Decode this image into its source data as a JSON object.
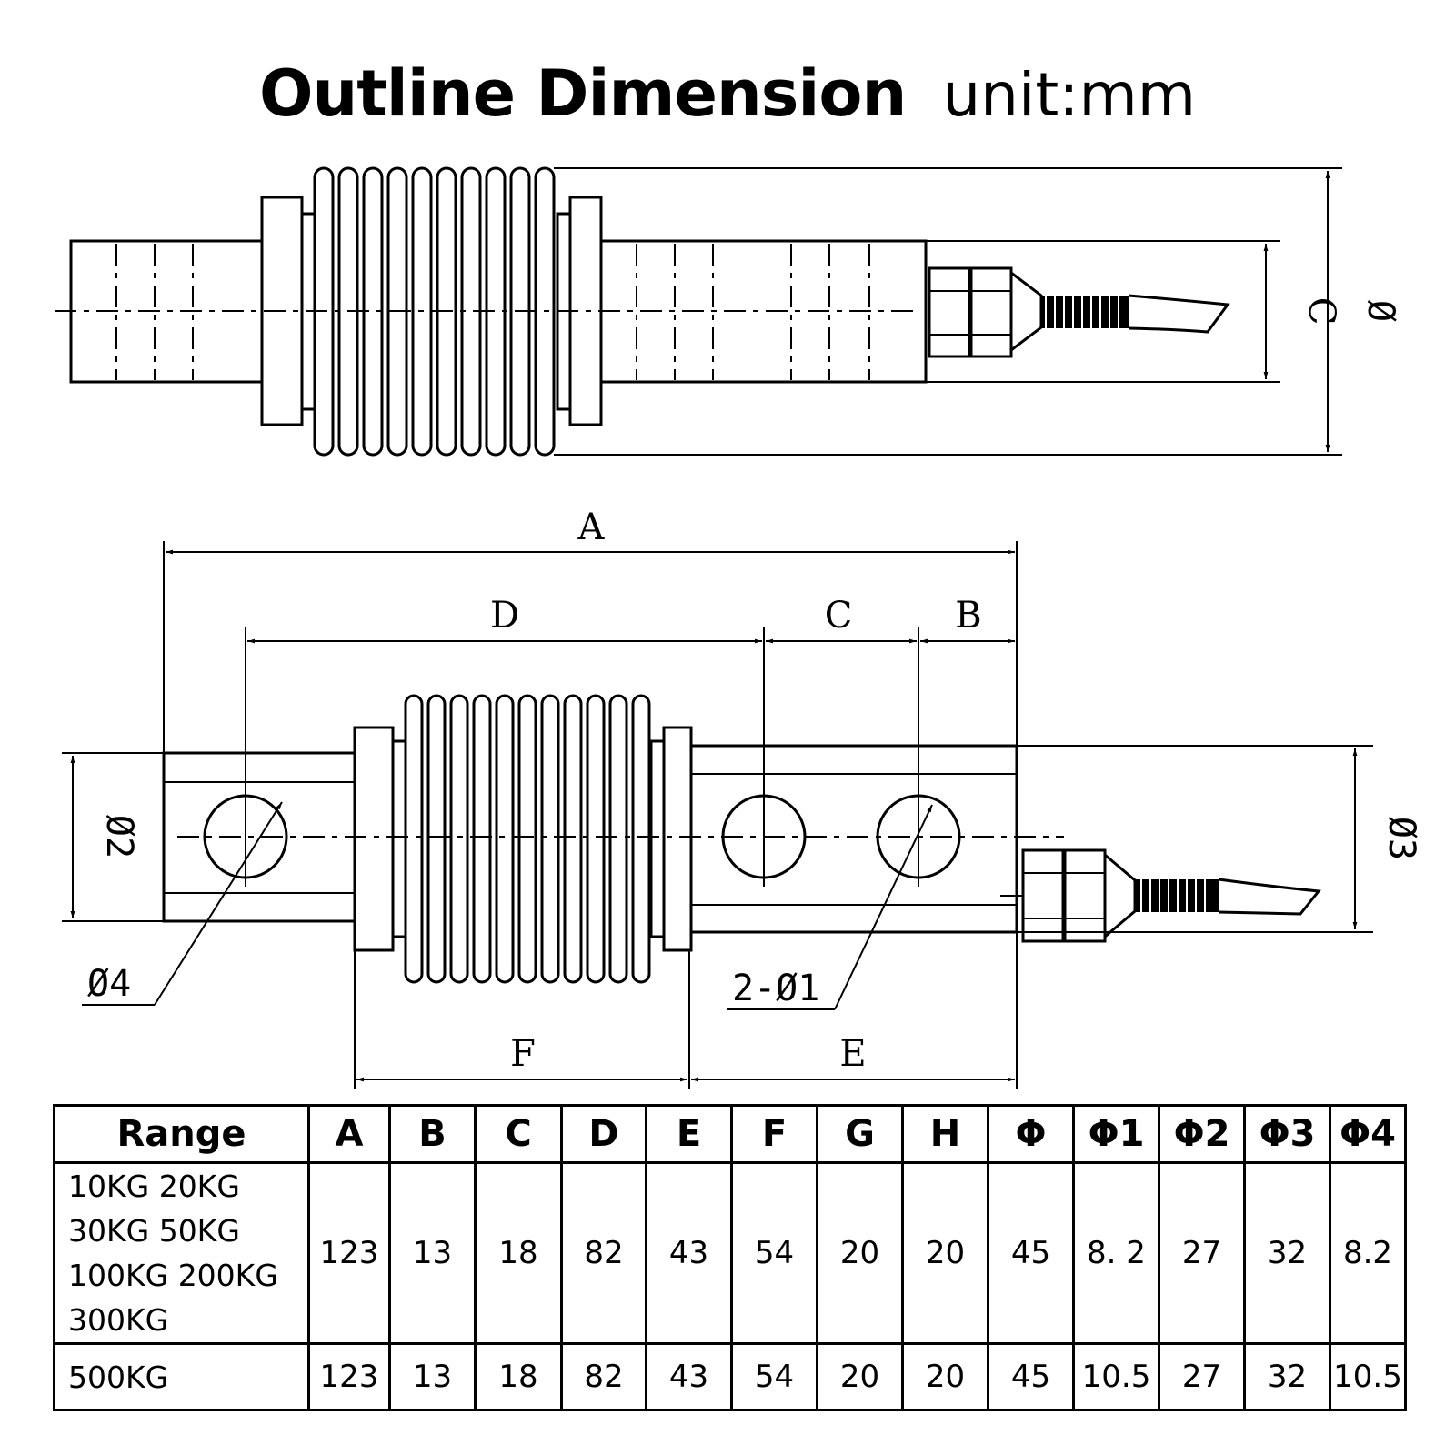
{
  "title": {
    "main": "Outline Dimension",
    "unit": "unit:mm"
  },
  "labels": {
    "side_view": {
      "C": "C",
      "phi": "Ø"
    },
    "front_view": {
      "A": "A",
      "D": "D",
      "C": "C",
      "B": "B",
      "F": "F",
      "E": "E",
      "phi2": "Ø2",
      "phi3": "Ø3",
      "phi4": "Ø4",
      "two_phi1": "2-Ø1"
    }
  },
  "table": {
    "headers": [
      "Range",
      "A",
      "B",
      "C",
      "D",
      "E",
      "F",
      "G",
      "H",
      "Φ",
      "Φ1",
      "Φ2",
      "Φ3",
      "Φ4"
    ],
    "rows": [
      {
        "range": [
          "10KG 20KG",
          "30KG 50KG",
          "100KG 200KG",
          "300KG"
        ],
        "values": [
          "123",
          "13",
          "18",
          "82",
          "43",
          "54",
          "20",
          "20",
          "45",
          "8. 2",
          "27",
          "32",
          "8.2"
        ]
      },
      {
        "range": [
          "500KG"
        ],
        "values": [
          "123",
          "13",
          "18",
          "82",
          "43",
          "54",
          "20",
          "20",
          "45",
          "10.5",
          "27",
          "32",
          "10.5"
        ]
      }
    ]
  }
}
